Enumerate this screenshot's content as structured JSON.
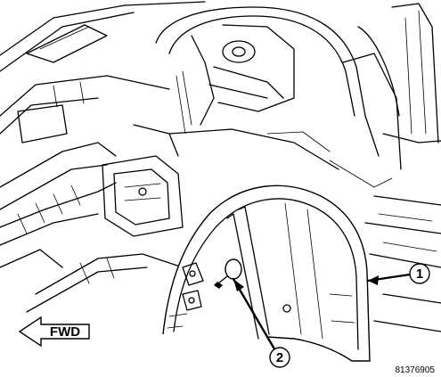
{
  "diagram": {
    "callouts": [
      {
        "number": "1"
      },
      {
        "number": "2"
      }
    ],
    "direction_label": "FWD",
    "figure_id": "81376905"
  }
}
